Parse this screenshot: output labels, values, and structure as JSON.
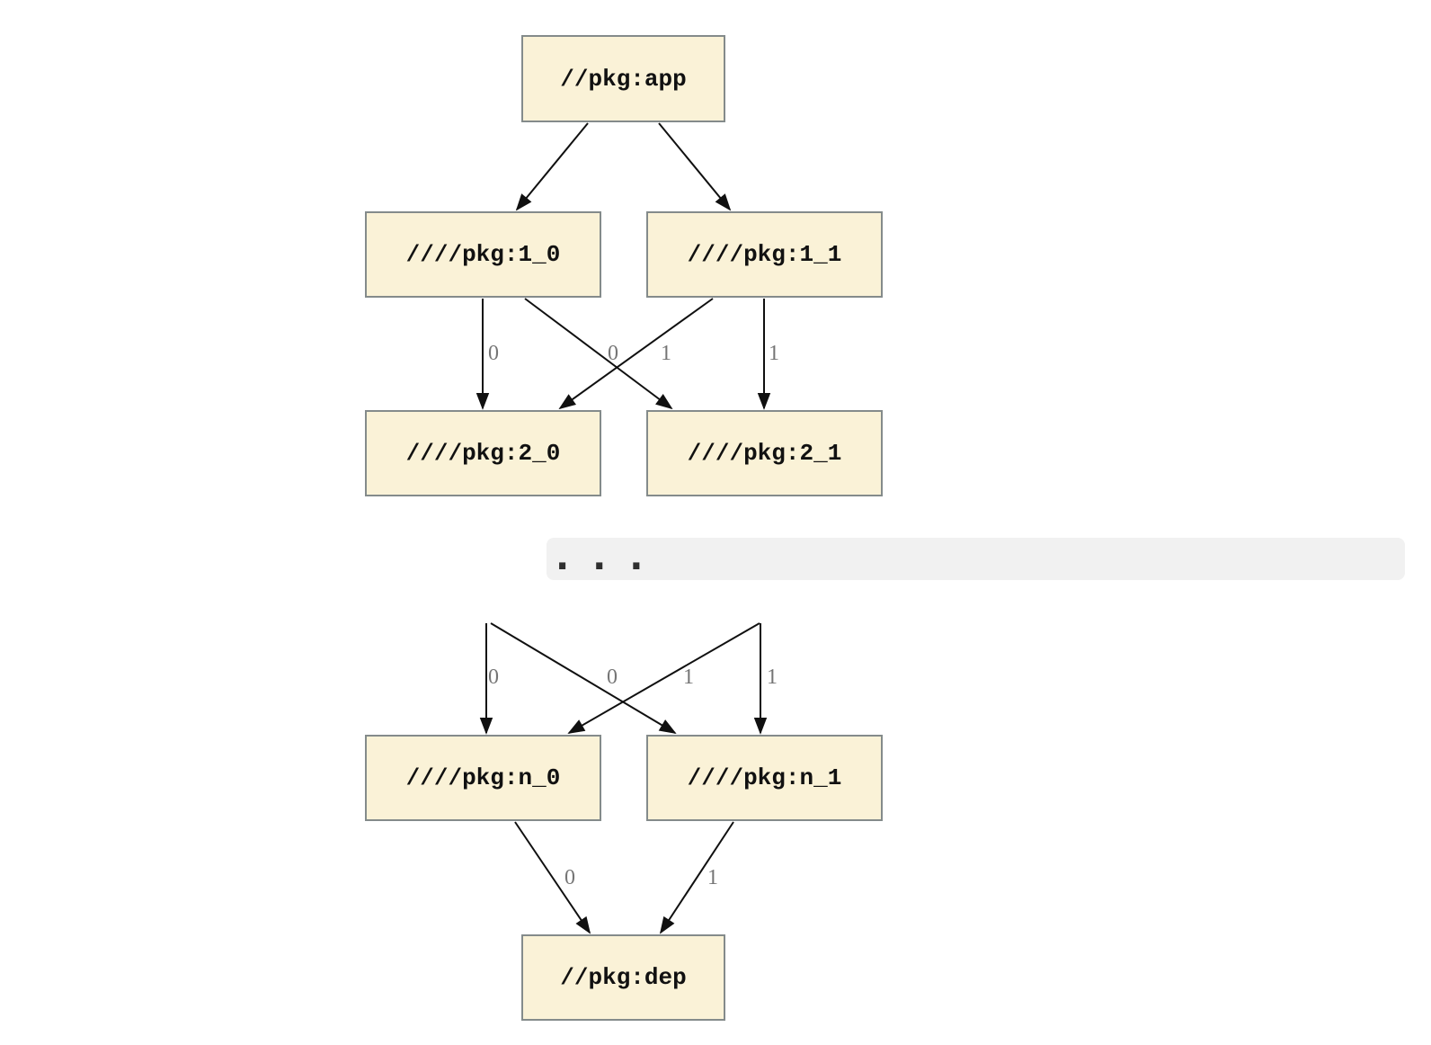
{
  "diagram": {
    "type": "package-dependency-graph",
    "nodes": {
      "app": {
        "label": "//pkg:app"
      },
      "v1_0": {
        "label": "////pkg:1_0"
      },
      "v1_1": {
        "label": "////pkg:1_1"
      },
      "v2_0": {
        "label": "////pkg:2_0"
      },
      "v2_1": {
        "label": "////pkg:2_1"
      },
      "vn_0": {
        "label": "////pkg:n_0"
      },
      "vn_1": {
        "label": "////pkg:n_1"
      },
      "dep": {
        "label": "//pkg:dep"
      }
    },
    "ellipsis": {
      "label": ". . ."
    },
    "edges": [
      {
        "from": "app",
        "to": "v1_0",
        "label": ""
      },
      {
        "from": "app",
        "to": "v1_1",
        "label": ""
      },
      {
        "from": "v1_0",
        "to": "v2_0",
        "label": "0"
      },
      {
        "from": "v1_0",
        "to": "v2_1",
        "label": "0"
      },
      {
        "from": "v1_1",
        "to": "v2_0",
        "label": "1"
      },
      {
        "from": "v1_1",
        "to": "v2_1",
        "label": "1"
      },
      {
        "from": "ellipsis",
        "to": "vn_0",
        "label": "0"
      },
      {
        "from": "ellipsis",
        "to": "vn_1",
        "label": "0"
      },
      {
        "from": "ellipsis",
        "to": "vn_0",
        "label": "1"
      },
      {
        "from": "ellipsis",
        "to": "vn_1",
        "label": "1"
      },
      {
        "from": "vn_0",
        "to": "dep",
        "label": "0"
      },
      {
        "from": "vn_1",
        "to": "dep",
        "label": "1"
      }
    ],
    "colors": {
      "background": "#ffffff",
      "node_fill": "#faf2d7",
      "node_border": "#848b8b",
      "edge": "#101010",
      "edge_label": "#757575",
      "ellipsis_band": "#f1f1f1"
    }
  }
}
